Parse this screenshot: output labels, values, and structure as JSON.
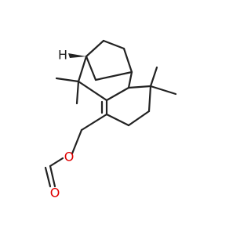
{
  "molecule": {
    "atoms": {
      "oxygen_ester": {
        "symbol": "O",
        "color": "#e00000"
      },
      "oxygen_carbonyl": {
        "symbol": "O",
        "color": "#e00000"
      },
      "stereo_h": {
        "symbol": "H",
        "color": "#222222"
      }
    },
    "colors": {
      "bond": "#222222",
      "heteroatom": "#e00000"
    }
  }
}
